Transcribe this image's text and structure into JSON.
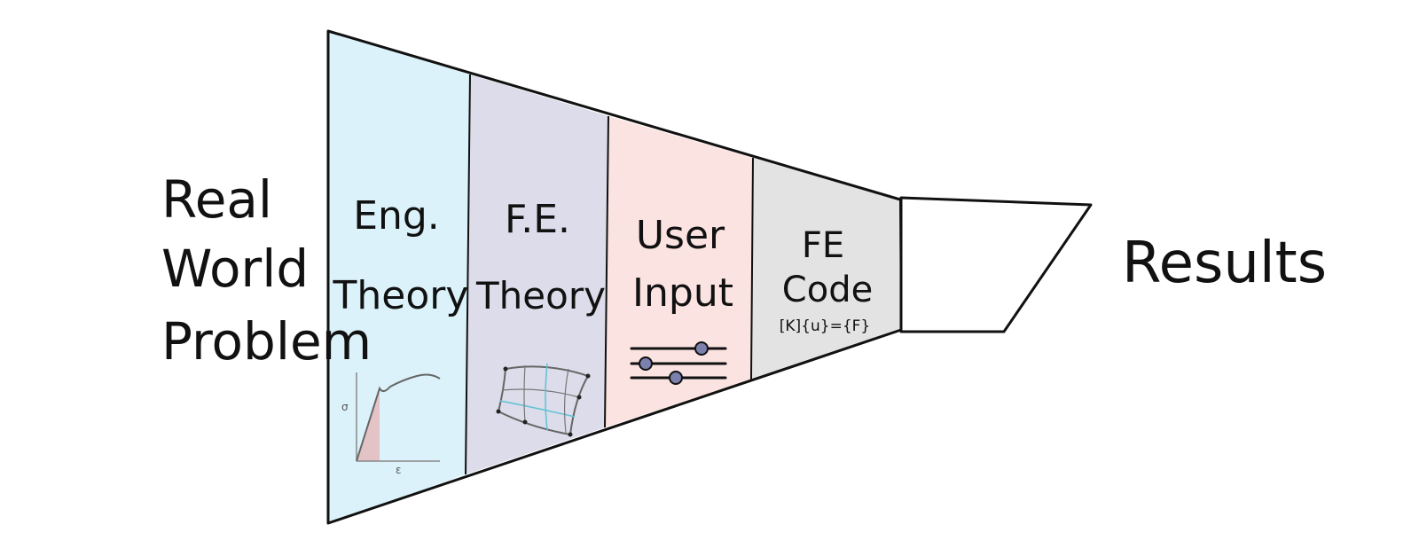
{
  "left_label": {
    "lines": [
      "Real",
      "World",
      "Problem"
    ]
  },
  "right_label": "Results",
  "stages": [
    {
      "id": "eng-theory",
      "lines": [
        "Eng.",
        "Theory"
      ],
      "fill": "#dbf2fa"
    },
    {
      "id": "fe-theory",
      "lines": [
        "F.E.",
        "Theory"
      ],
      "fill": "#dcdcea"
    },
    {
      "id": "user-input",
      "lines": [
        "User",
        "Input"
      ],
      "fill": "#fbe3e1"
    },
    {
      "id": "fe-code",
      "lines": [
        "FE",
        "Code"
      ],
      "fill": "#e3e3e3",
      "equation": "[K]{u}={F}"
    }
  ],
  "stress_strain_icon": {
    "y_axis_label": "σ",
    "x_axis_label": "ε"
  },
  "colors": {
    "outline": "#111111",
    "shade": "#e3c3c6",
    "mesh": "#5cc3d6",
    "slider_knob": "#7b80ad"
  }
}
